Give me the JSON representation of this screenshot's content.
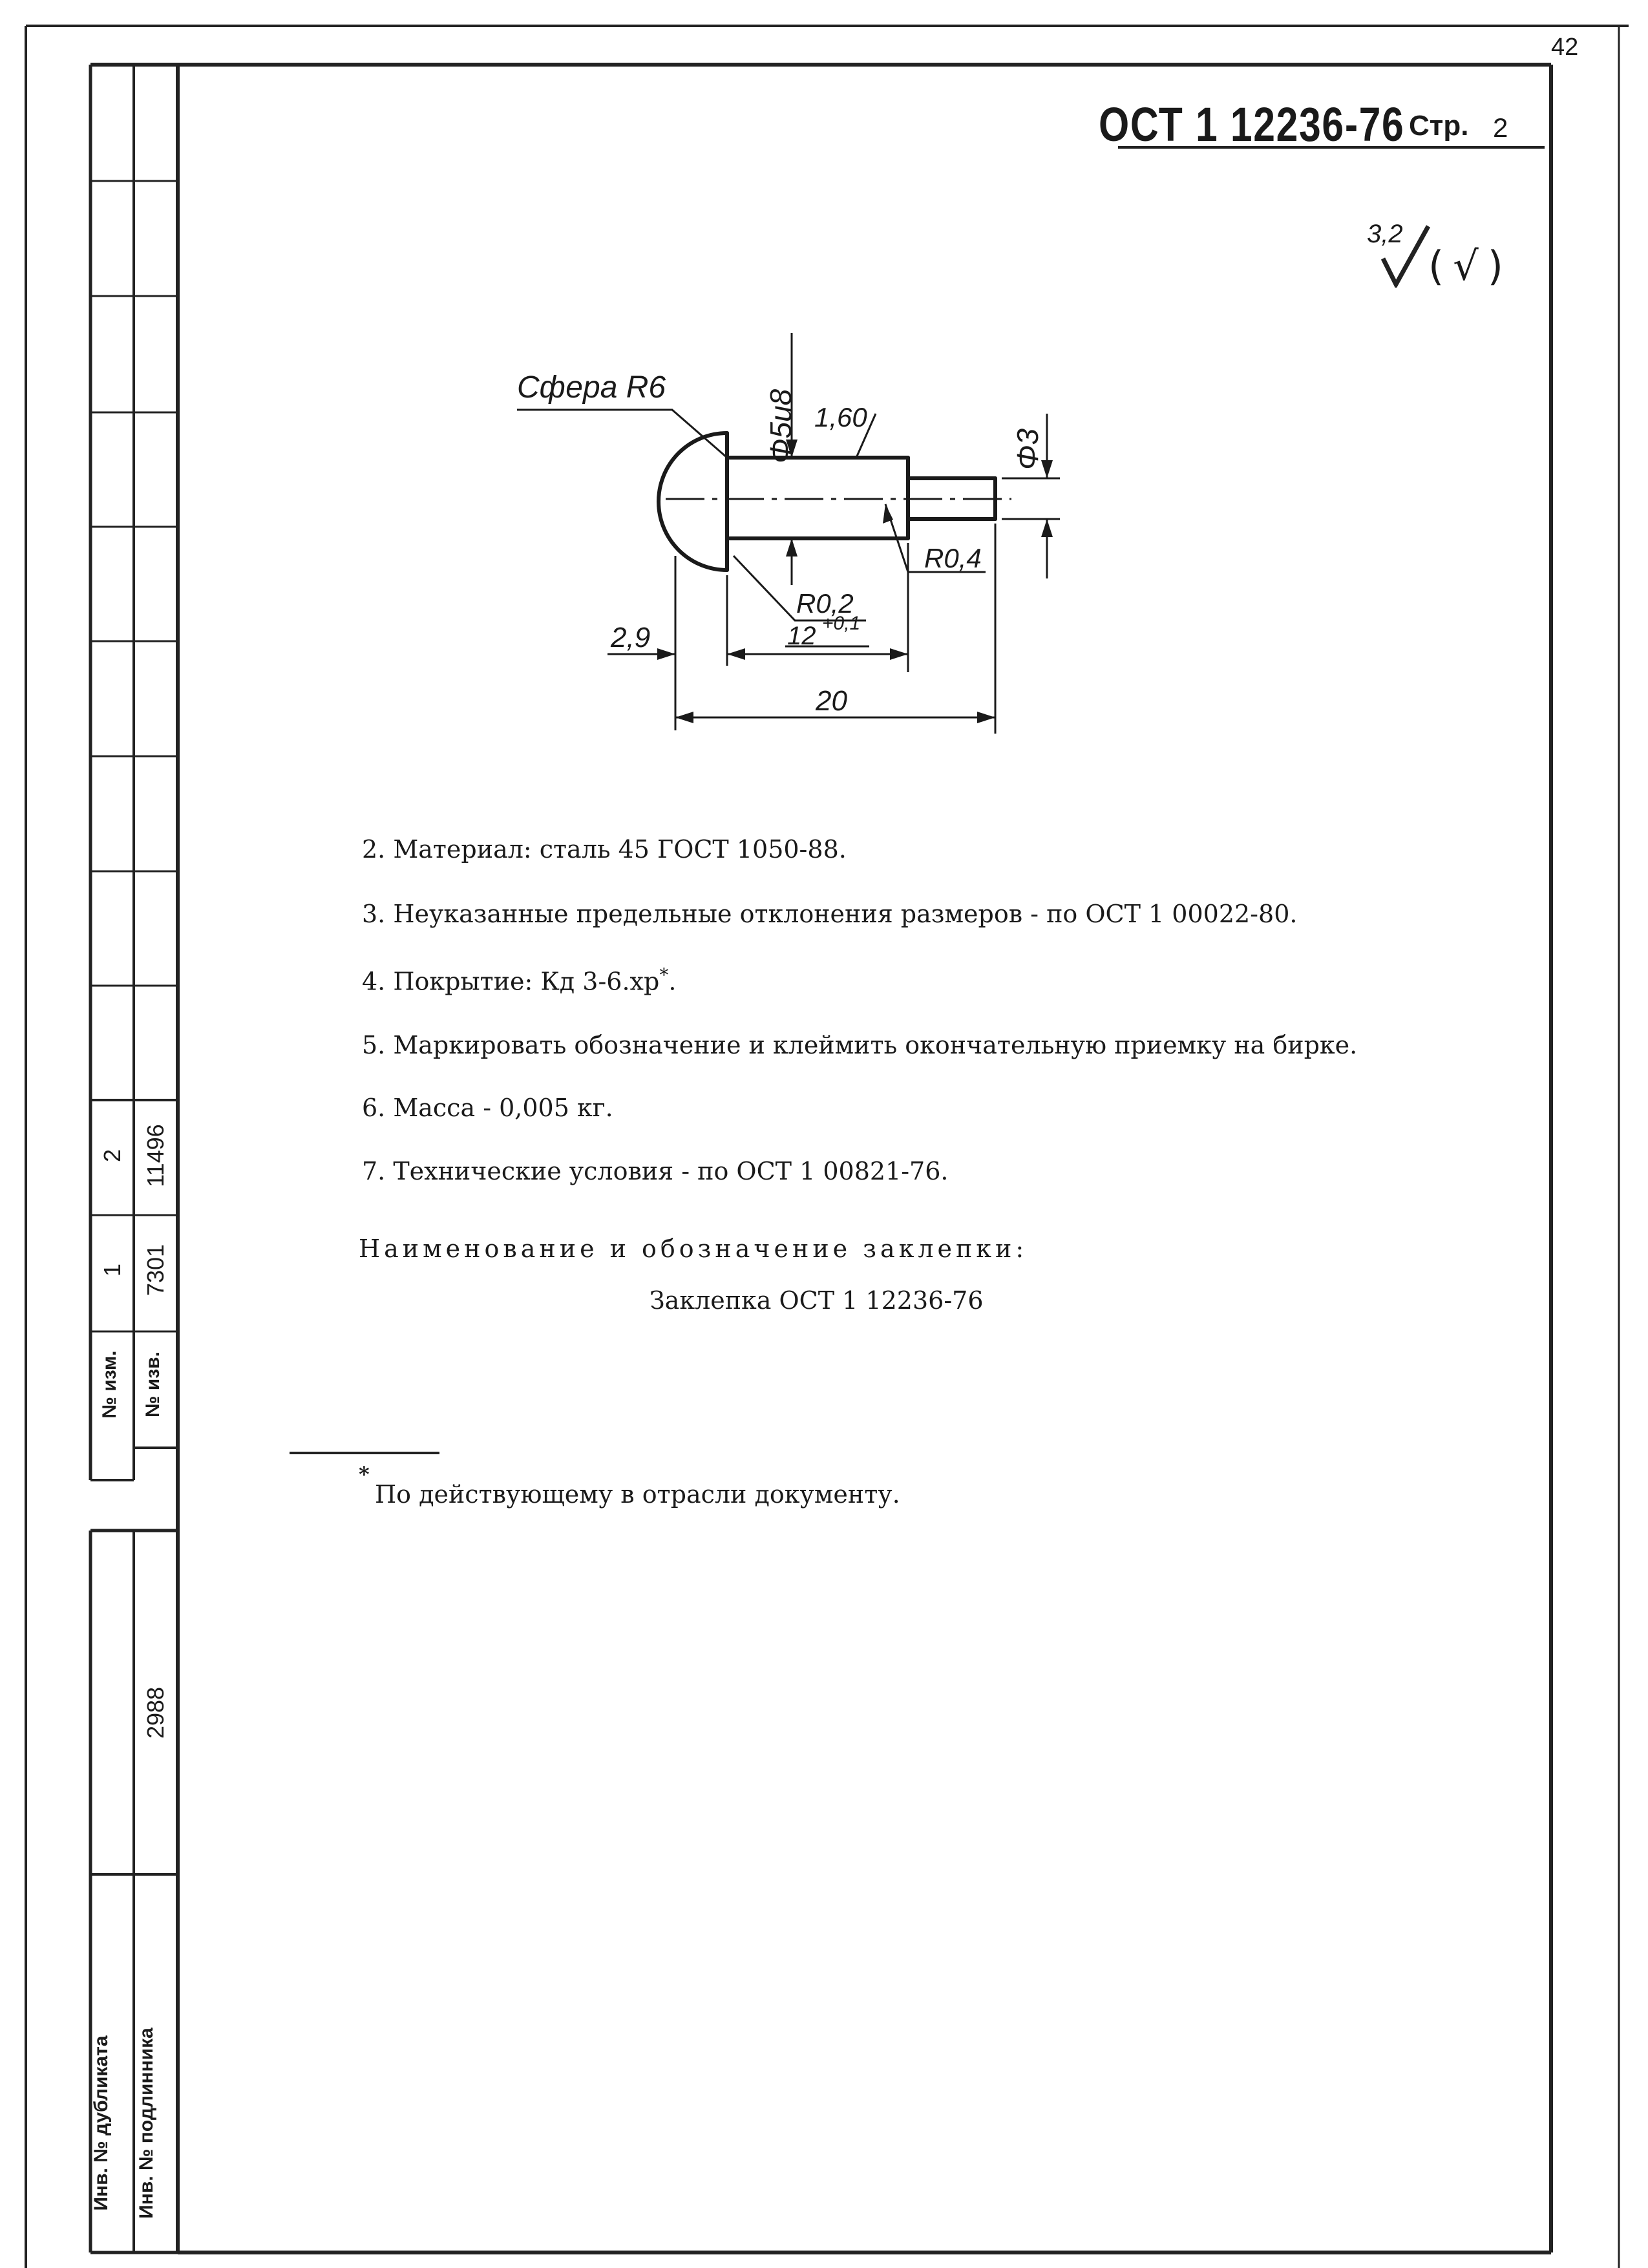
{
  "page_number": "42",
  "header": {
    "code": "ОСТ 1 12236-76",
    "page_label": "Стр.",
    "page_value": "2"
  },
  "roughness": {
    "value": "3,2",
    "note": "(√)"
  },
  "drawing": {
    "sphere_label": "Сфера R6",
    "d_shank": "Φ5u8",
    "roughness_shank": "1,60",
    "d_tip": "Φ3",
    "r_tip": "R0,4",
    "r_fillet": "R0,2",
    "len_shank": "12",
    "len_shank_tol": "+0,1",
    "head_h": "2,9",
    "total_len": "20"
  },
  "notes": [
    {
      "text": "2. Материал: сталь 45 ГОСТ 1050-88."
    },
    {
      "text": "3. Неуказанные предельные отклонения размеров - по ОСТ 1 00022-80."
    },
    {
      "text": "4. Покрытие: Кд 3-6.хр",
      "sup": "*",
      "tail": "."
    },
    {
      "text": "5. Маркировать обозначение и клеймить окончательную приемку на бирке."
    },
    {
      "text": "6. Масса - 0,005 кг."
    },
    {
      "text": "7. Технические условия - по ОСТ 1 00821-76."
    }
  ],
  "designation": {
    "title": "Наименование и обозначение заклепки:",
    "value": "Заклепка ОСТ 1 12236-76"
  },
  "footnote": {
    "mark": "*",
    "text": "По действующему в отрасли документу."
  },
  "side_table": {
    "col1_label": "№ изм.",
    "col2_label": "№ изв.",
    "rev1": "1",
    "rev2": "2",
    "doc1": "7301",
    "doc2": "11496",
    "dup_label": "Инв. № дубликата",
    "orig_label": "Инв. № подлинника",
    "orig_value": "2988"
  }
}
